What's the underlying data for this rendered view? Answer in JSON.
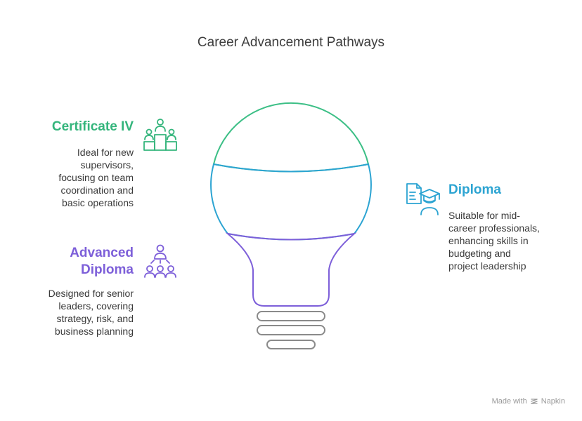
{
  "title": "Career Advancement Pathways",
  "items": {
    "certificate": {
      "heading": "Certificate IV",
      "lines": [
        "Ideal for new",
        "supervisors,",
        "focusing on team",
        "coordination and",
        "basic operations"
      ],
      "color": "#34b57c",
      "icon": "podium-people-icon"
    },
    "diploma": {
      "heading": "Diploma",
      "lines": [
        "Suitable for mid-",
        "career professionals,",
        "enhancing skills in",
        "budgeting and",
        "project leadership"
      ],
      "color": "#2ca4d2",
      "icon": "graduate-document-icon"
    },
    "advanced": {
      "heading_lines": [
        "Advanced",
        "Diploma"
      ],
      "lines": [
        "Designed for senior",
        "leaders, covering",
        "strategy, risk, and",
        "business planning"
      ],
      "color": "#7d5fd9",
      "icon": "leader-team-icon"
    }
  },
  "watermark": {
    "prefix": "Made with",
    "brand": "Napkin"
  },
  "colors": {
    "bulb_top": "#3cbf86",
    "bulb_middle": "#2ca4d2",
    "bulb_bottom": "#7d5fd9",
    "bulb_base": "#8a8a8a"
  }
}
